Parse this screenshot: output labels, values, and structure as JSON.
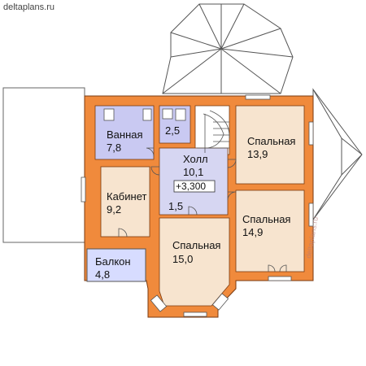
{
  "site": {
    "header": "deltaplans.ru",
    "watermark": "deltaplans.ru"
  },
  "rooms": {
    "bathroom": {
      "name": "Ванная",
      "area": "7,8"
    },
    "wc": {
      "area": "2,5"
    },
    "hall": {
      "name": "Холл",
      "area": "10,1",
      "elevation": "+3,300"
    },
    "closet": {
      "area": "1,5"
    },
    "study": {
      "name": "Кабинет",
      "area": "9,2"
    },
    "balcony": {
      "name": "Балкон",
      "area": "4,8"
    },
    "bedroom_a": {
      "name": "Спальная",
      "area": "13,9"
    },
    "bedroom_b": {
      "name": "Спальная",
      "area": "14,9"
    },
    "bedroom_c": {
      "name": "Спальная",
      "area": "15,0"
    }
  },
  "colors": {
    "wall": "#f08a3c",
    "wall_outline": "#7a3a10",
    "room_bathroom": "#c9c9f2",
    "room_hall": "#d6d6f2",
    "room_bedroom": "#f7e4cf",
    "room_study": "#f7e4cf",
    "balcony": "#d7dcff",
    "window": "#ffffff",
    "roof_line": "#555555"
  }
}
